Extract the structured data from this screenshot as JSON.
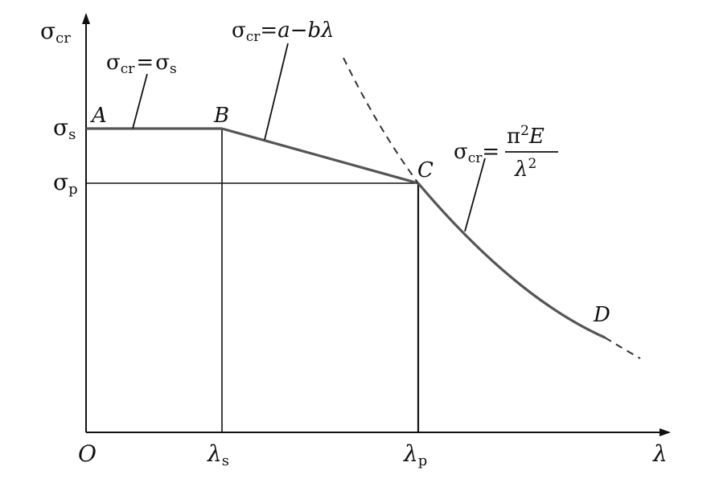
{
  "axes": {
    "y_label": {
      "base": "σ",
      "sub": "cr"
    },
    "x_label": "λ",
    "origin_label": "O"
  },
  "y_ticks": {
    "sigma_s": {
      "base": "σ",
      "sub": "s"
    },
    "sigma_p": {
      "base": "σ",
      "sub": "p"
    }
  },
  "x_ticks": {
    "lambda_s": {
      "base": "λ",
      "sub": "s"
    },
    "lambda_p": {
      "base": "λ",
      "sub": "p"
    }
  },
  "points": {
    "A": "A",
    "B": "B",
    "C": "C",
    "D": "D"
  },
  "formulas": {
    "plateau": {
      "lhs_base": "σ",
      "lhs_sub": "cr",
      "eq": "=",
      "rhs_base": "σ",
      "rhs_sub": "s"
    },
    "linear": {
      "lhs_base": "σ",
      "lhs_sub": "cr",
      "eq": "=",
      "rhs": "a−bλ"
    },
    "euler": {
      "lhs_base": "σ",
      "lhs_sub": "cr",
      "eq": "=",
      "numerator": "π",
      "num_sup": "2",
      "num_var": "E",
      "denominator": "λ",
      "den_sup": "2"
    }
  },
  "colors": {
    "axis": "#111111",
    "curve": "#555555",
    "guide": "#111111"
  }
}
